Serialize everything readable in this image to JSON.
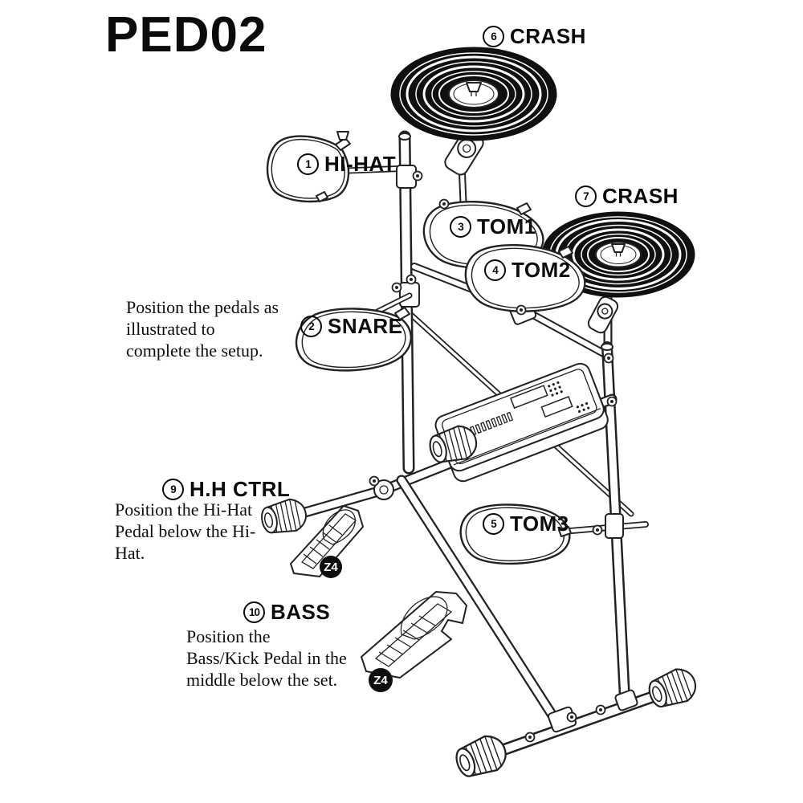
{
  "page": {
    "title": "PED02",
    "background": "#ffffff",
    "line_color": "#222222"
  },
  "labels": [
    {
      "id": "hi-hat",
      "num": "1",
      "text": "HI-HAT"
    },
    {
      "id": "snare",
      "num": "2",
      "text": "SNARE"
    },
    {
      "id": "tom1",
      "num": "3",
      "text": "TOM1"
    },
    {
      "id": "tom2",
      "num": "4",
      "text": "TOM2"
    },
    {
      "id": "tom3",
      "num": "5",
      "text": "TOM3"
    },
    {
      "id": "crash-top",
      "num": "6",
      "text": "CRASH"
    },
    {
      "id": "crash-right",
      "num": "7",
      "text": "CRASH"
    },
    {
      "id": "hh-ctrl",
      "num": "9",
      "text": "H.H CTRL"
    },
    {
      "id": "bass",
      "num": "10",
      "text": "BASS"
    }
  ],
  "notes": {
    "setup": {
      "lines": [
        "Position the pedals as",
        "illustrated to",
        "complete the setup."
      ]
    },
    "hihat_pedal": {
      "lines": [
        "Position the Hi-Hat",
        "Pedal below the Hi-",
        "Hat."
      ]
    },
    "bass_pedal": {
      "lines": [
        "Position the",
        "Bass/Kick Pedal in the",
        "middle below the set."
      ]
    }
  },
  "badges": [
    {
      "text": "Z4"
    },
    {
      "text": "Z4"
    }
  ],
  "colors": {
    "cymbal_fill": "#101010",
    "badge_bg": "#0e0e0e",
    "badge_text": "#ffffff",
    "line": "#222222"
  }
}
